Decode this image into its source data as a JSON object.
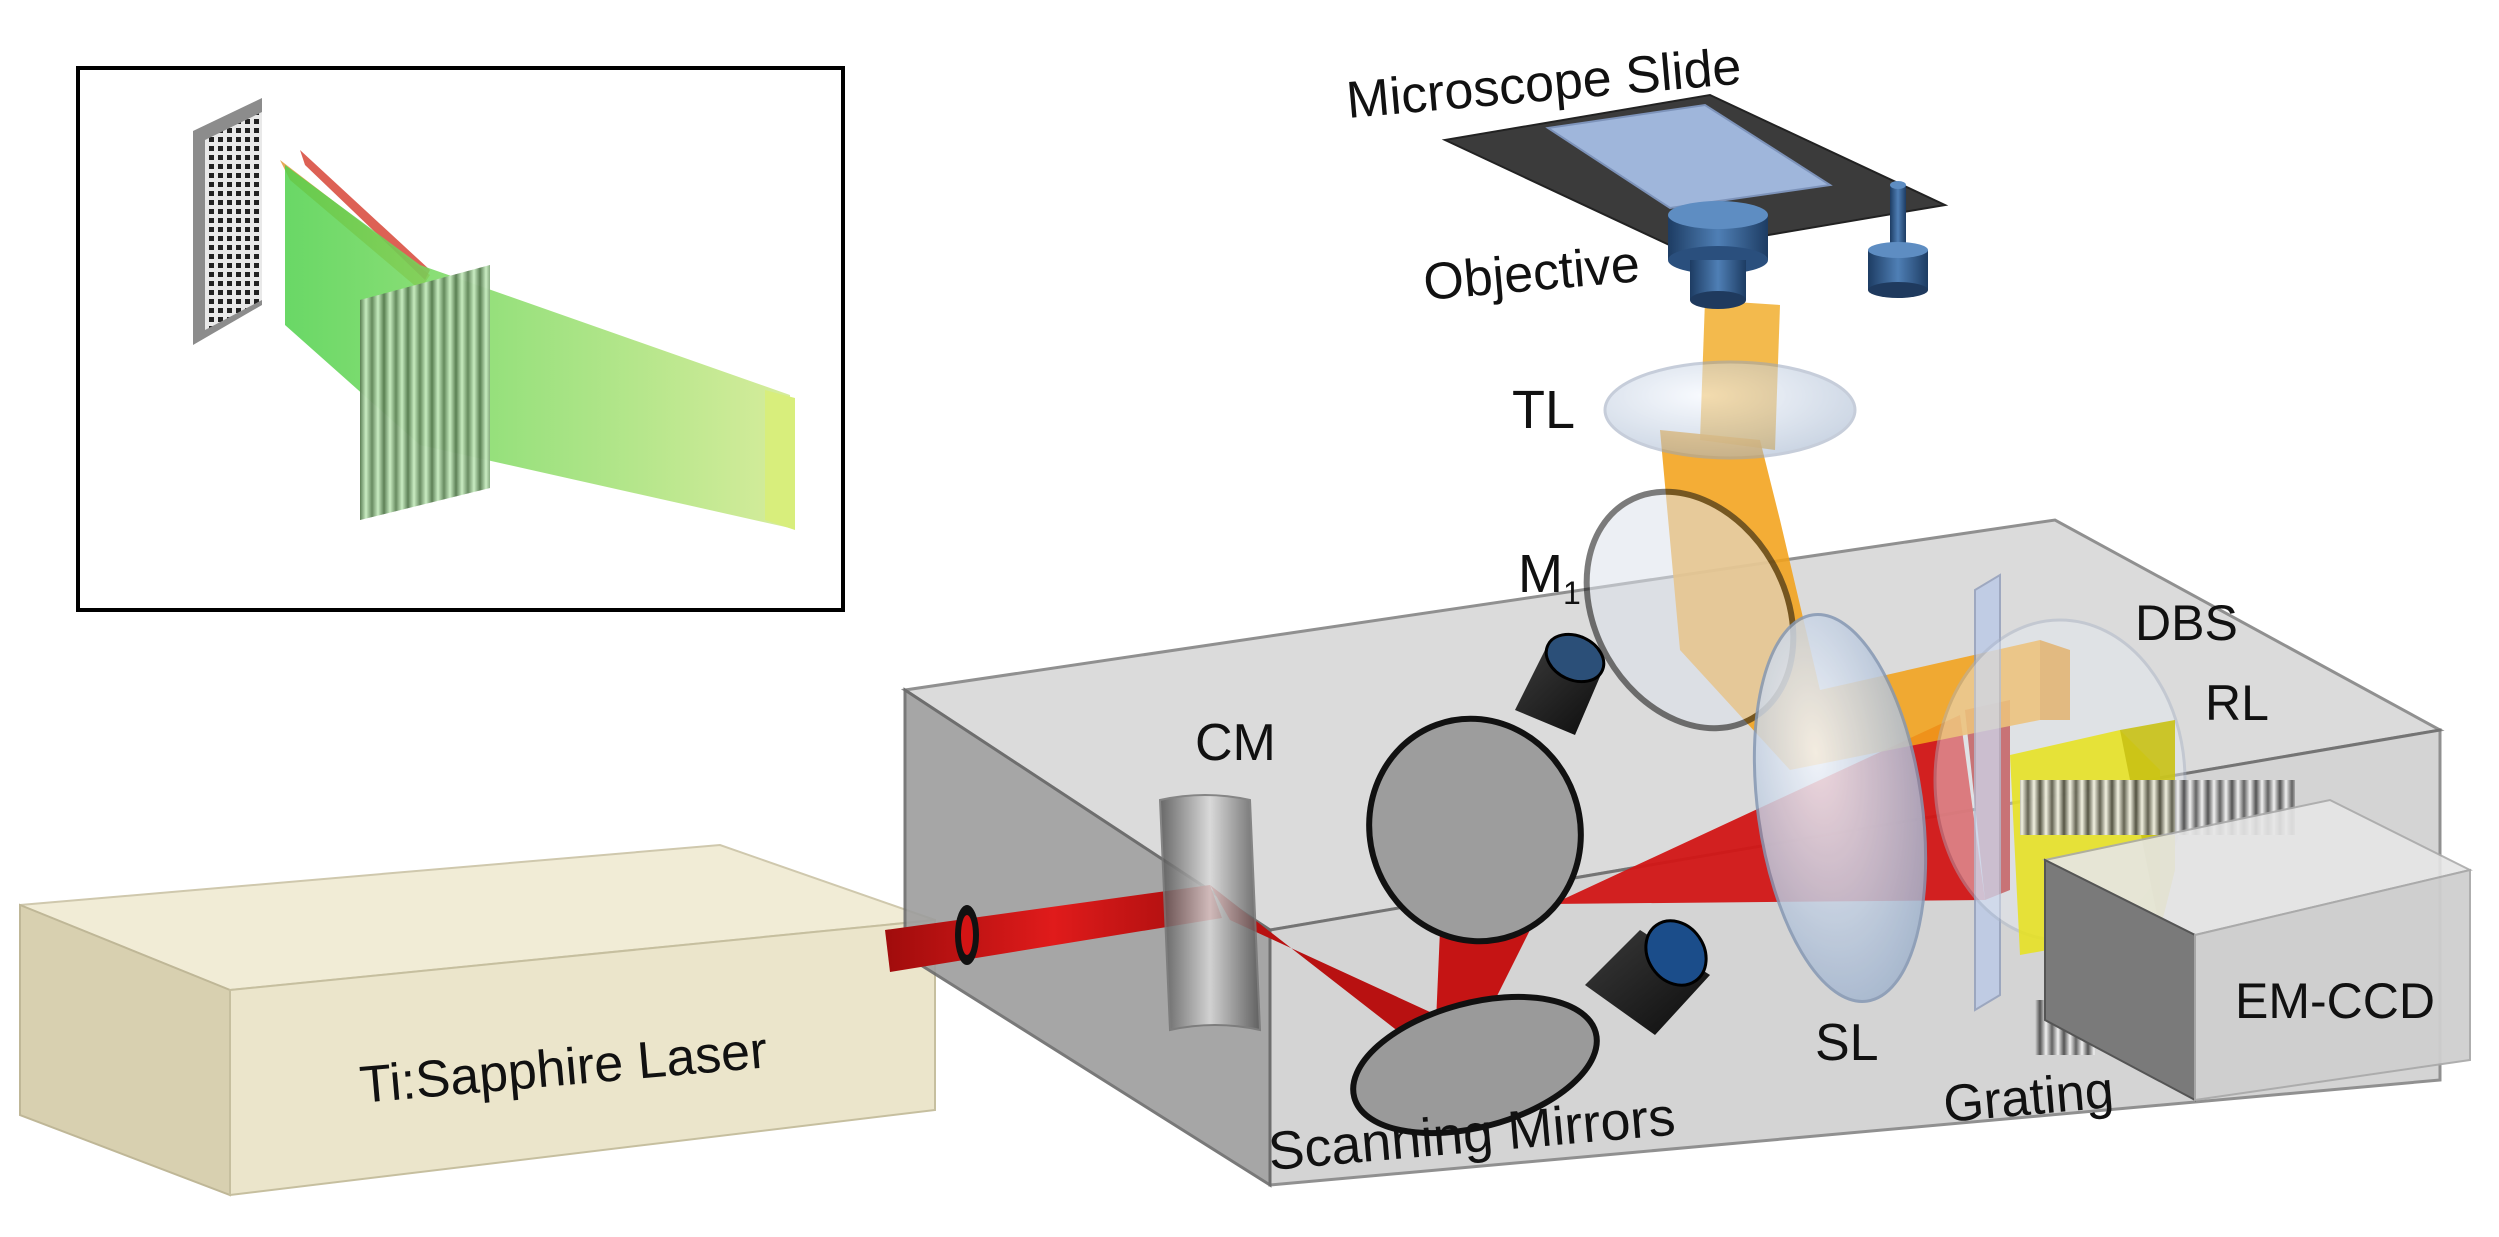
{
  "labels": {
    "microscope_slide": "Microscope Slide",
    "objective": "Objective",
    "tl": "TL",
    "m1_main": "M",
    "m1_sub": "1",
    "dbs": "DBS",
    "rl": "RL",
    "cm": "CM",
    "sl": "SL",
    "em_ccd": "EM-CCD",
    "grating": "Grating",
    "scanning_mirrors": "Scanning Mirrors",
    "laser": "Ti:Sapphire Laser"
  },
  "colors": {
    "laser_beam": "#d41414",
    "fluorescence_beam": "#f2a21a",
    "emission_beam": "#e8e21a",
    "inset_beam": "#66e25a",
    "laser_box": "#ece6cf",
    "enclosure": "#b9b9b9",
    "objective": "#2f5c8c"
  }
}
